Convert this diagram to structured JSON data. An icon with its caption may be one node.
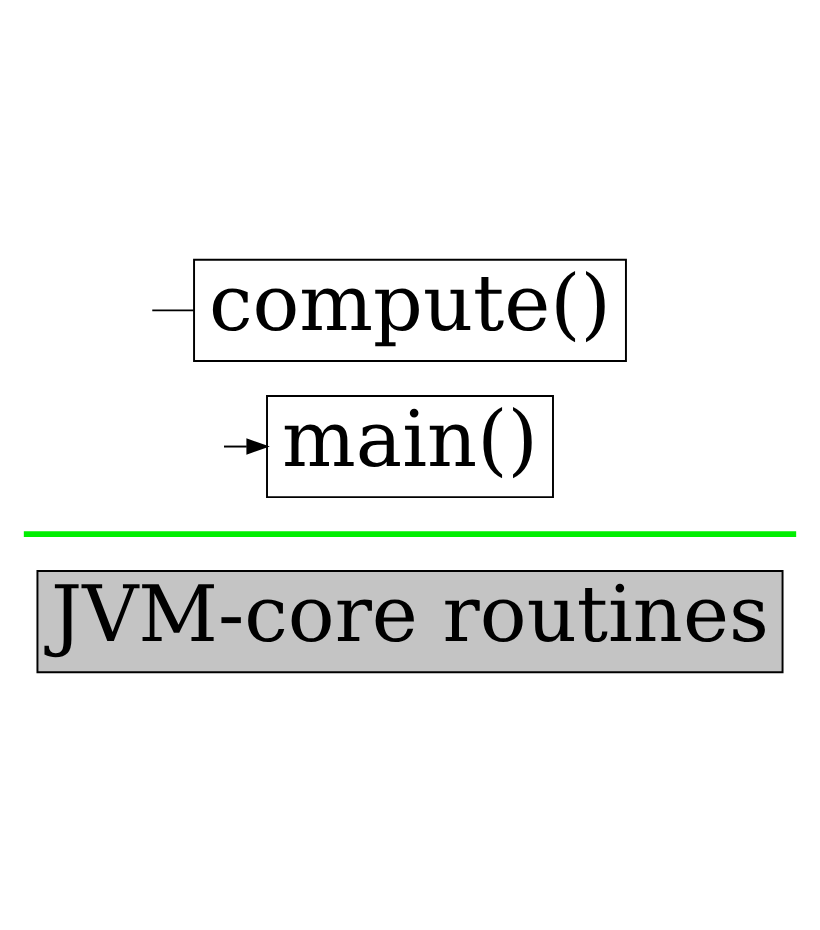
{
  "diagram": {
    "nodes": [
      {
        "text": [
          "compute()"
        ]
      },
      {
        "text": [
          "main()"
        ]
      },
      {
        "text": [
          "JVM-core routines"
        ]
      }
    ],
    "edges": [
      {
        "from": null,
        "to": 0,
        "arrow": "none"
      },
      {
        "from": null,
        "to": 1,
        "arrow": "to"
      }
    ]
  }
}
